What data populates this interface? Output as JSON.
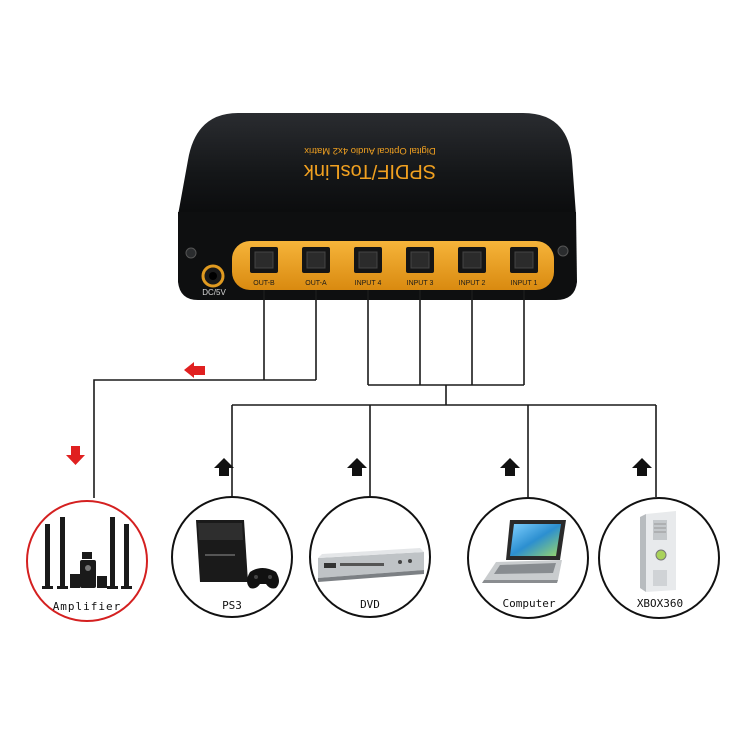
{
  "device": {
    "brand_title": "SPDIF/TosLink",
    "subtitle": "Digital Optical Audio 4x2 Matrix",
    "power_label": "DC/5V",
    "body_color": "#15171a",
    "panel_color": "#f0a020",
    "ports": [
      {
        "id": "out-b",
        "label": "OUT-B"
      },
      {
        "id": "out-a",
        "label": "OUT-A"
      },
      {
        "id": "input-4",
        "label": "INPUT 4"
      },
      {
        "id": "input-3",
        "label": "INPUT 3"
      },
      {
        "id": "input-2",
        "label": "INPUT 2"
      },
      {
        "id": "input-1",
        "label": "INPUT 1"
      }
    ]
  },
  "arrows": {
    "output_color": "#e02020",
    "input_color": "#111111"
  },
  "devices": [
    {
      "id": "amplifier",
      "label": "Amplifier",
      "icon": "speakers-icon",
      "ring_color": "#d42020"
    },
    {
      "id": "ps3",
      "label": "PS3",
      "icon": "game-console-icon",
      "ring_color": "#111111"
    },
    {
      "id": "dvd",
      "label": "DVD",
      "icon": "dvd-player-icon",
      "ring_color": "#111111"
    },
    {
      "id": "computer",
      "label": "Computer",
      "icon": "laptop-icon",
      "ring_color": "#111111"
    },
    {
      "id": "xbox360",
      "label": "XBOX360",
      "icon": "xbox-console-icon",
      "ring_color": "#111111"
    }
  ]
}
